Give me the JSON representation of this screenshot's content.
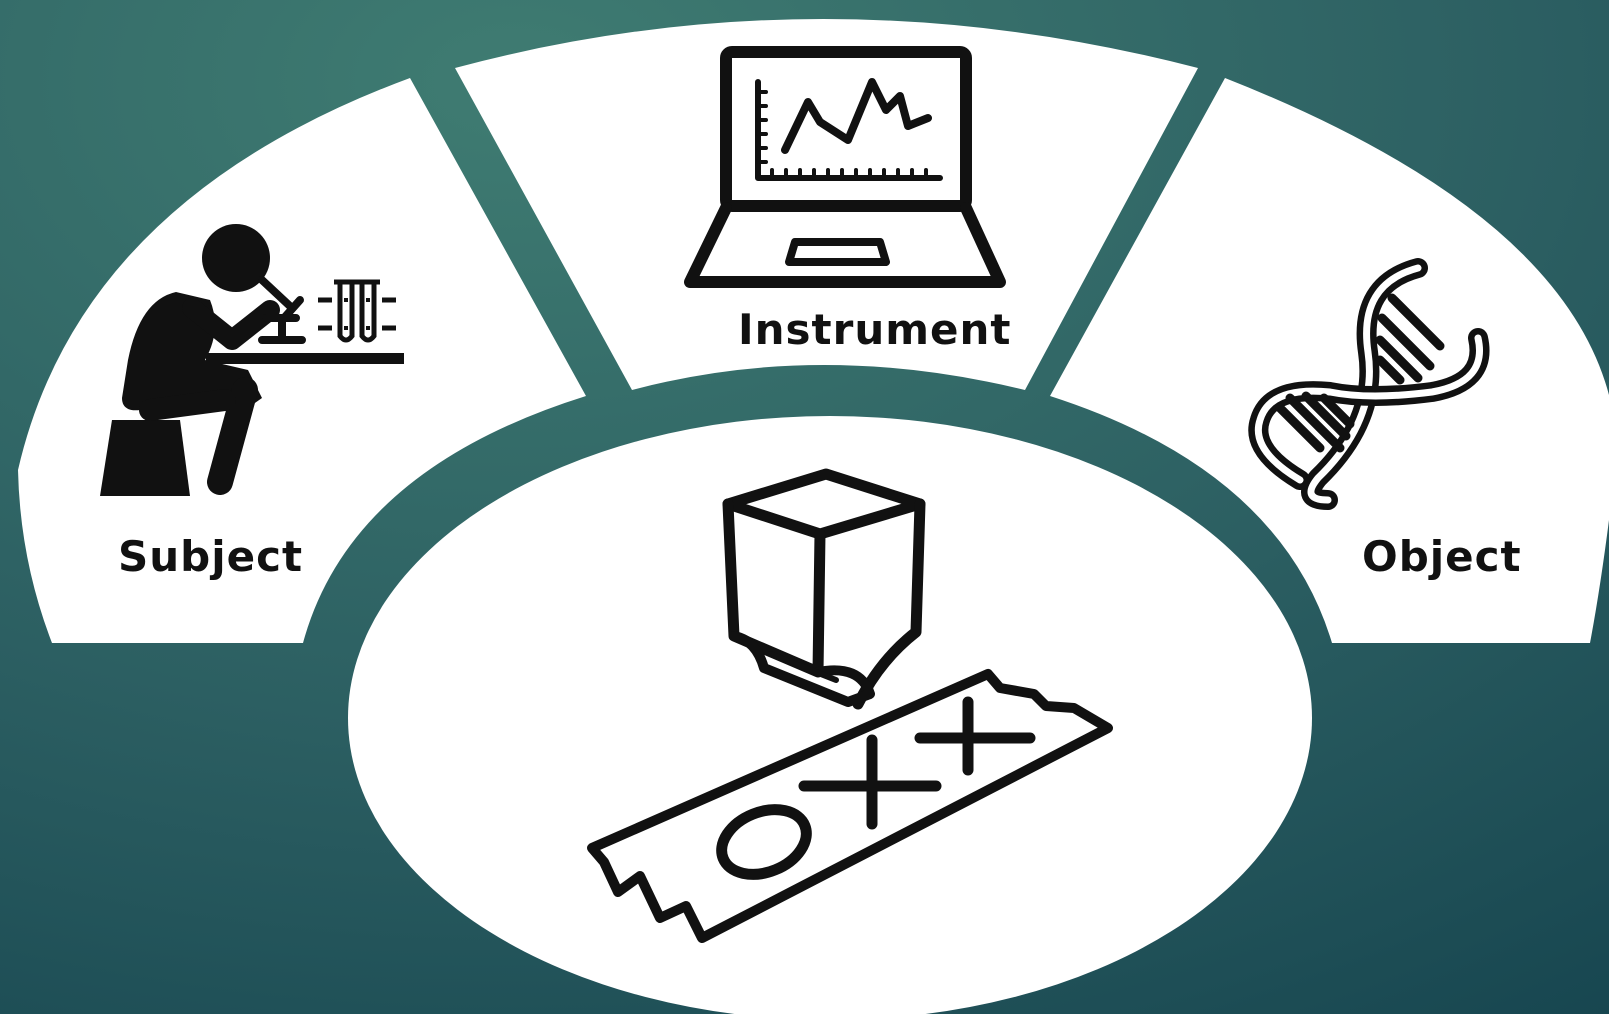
{
  "colors": {
    "background_dark": "#174a50",
    "background_light": "#3d7a70",
    "panel": "#ffffff",
    "ink": "#111111"
  },
  "segments": [
    {
      "id": "subject",
      "label": "Subject",
      "icon": "scientist-microscope-icon"
    },
    {
      "id": "instrument",
      "label": "Instrument",
      "icon": "laptop-chart-icon"
    },
    {
      "id": "object",
      "label": "Object",
      "icon": "dna-icon"
    }
  ],
  "center": {
    "icon": "stamp-printing-tally-strip-icon"
  }
}
